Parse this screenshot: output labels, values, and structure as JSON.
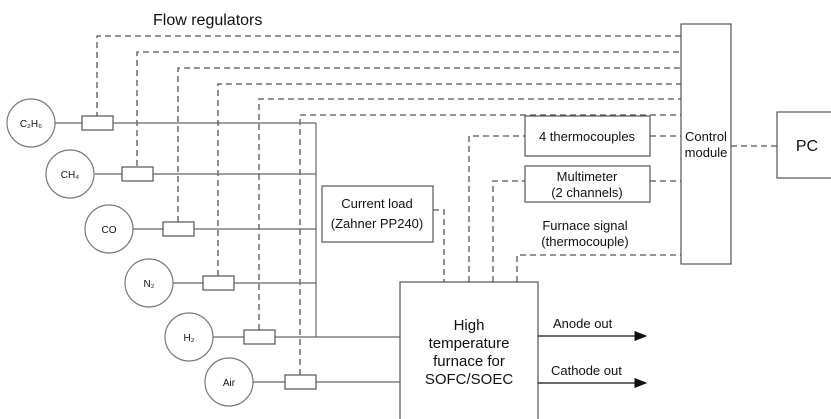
{
  "title": "Flow regulators",
  "gases": [
    {
      "label": "C₂H₆"
    },
    {
      "label": "CH₄"
    },
    {
      "label": "CO"
    },
    {
      "label": "N₂"
    },
    {
      "label": "H₂"
    },
    {
      "label": "Air"
    }
  ],
  "control_module": {
    "line1": "Control",
    "line2": "module"
  },
  "pc": {
    "label": "PC"
  },
  "thermocouples": {
    "label": "4 thermocouples"
  },
  "multimeter": {
    "line1": "Multimeter",
    "line2": "(2 channels)"
  },
  "furnace_signal": {
    "line1": "Furnace signal",
    "line2": "(thermocouple)"
  },
  "current_load": {
    "line1": "Current load",
    "line2": "(Zahner PP240)"
  },
  "furnace": {
    "line1": "High",
    "line2": "temperature",
    "line3": "furnace for",
    "line4": "SOFC/SOEC"
  },
  "outputs": {
    "anode": "Anode out",
    "cathode": "Cathode out"
  }
}
